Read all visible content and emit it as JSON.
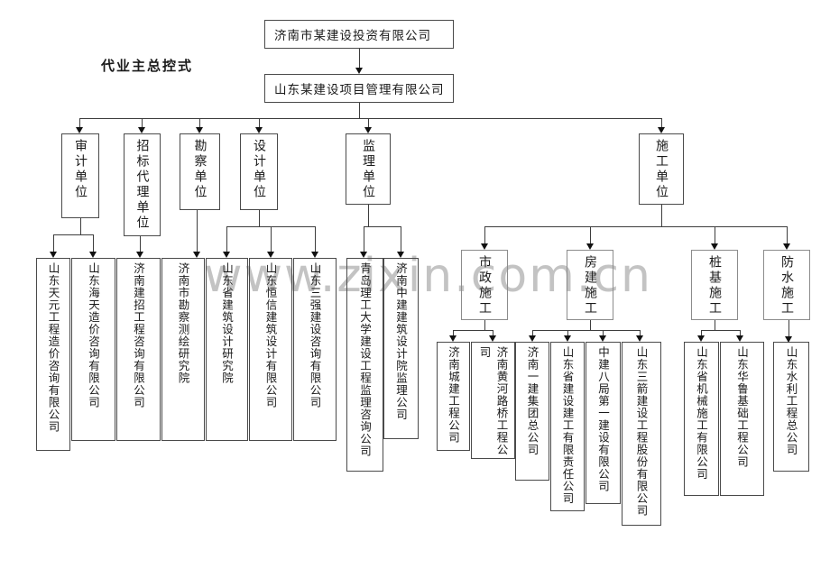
{
  "watermark": "www.zixin.com.cn",
  "diagram_label": "代业主总控式",
  "root": "济南市某建设投资有限公司",
  "management": "山东某建设项目管理有限公司",
  "branches": {
    "audit": "审计单位",
    "bidding_agency": "招标代理单位",
    "survey": "勘察单位",
    "design": "设计单位",
    "supervision": "监理单位",
    "construction": "施工单位"
  },
  "construction_categories": {
    "municipal": "市政施工",
    "building": "房建施工",
    "pile_foundation": "桩基施工",
    "waterproofing": "防水施工"
  },
  "companies": {
    "audit": [
      "山东天元工程造价咨询有限公司",
      "山东海天造价咨询有限公司"
    ],
    "bidding_agency": [
      "济南建招工程咨询有限公司"
    ],
    "survey": [
      "济南市勘察测绘研究院"
    ],
    "design": [
      "山东省建筑设计研究院",
      "山东恒信建筑设计有限公司",
      "山东三强建设咨询有限公司"
    ],
    "supervision": [
      "青岛理工大学建设工程监理咨询公司",
      "济南中建建筑设计院监理公司"
    ],
    "municipal": [
      "济南城建工程公司",
      "济南黄河路桥工程公司"
    ],
    "building": [
      "济南一建集团总公司",
      "山东省建设建工有限责任公司",
      "中建八局第一建设有限公司",
      "山东三箭建设工程股份有限公司"
    ],
    "pile_foundation": [
      "山东省机械施工有限公司",
      "山东华鲁基础工程公司"
    ],
    "waterproofing": [
      "山东水利工程总公司"
    ]
  }
}
